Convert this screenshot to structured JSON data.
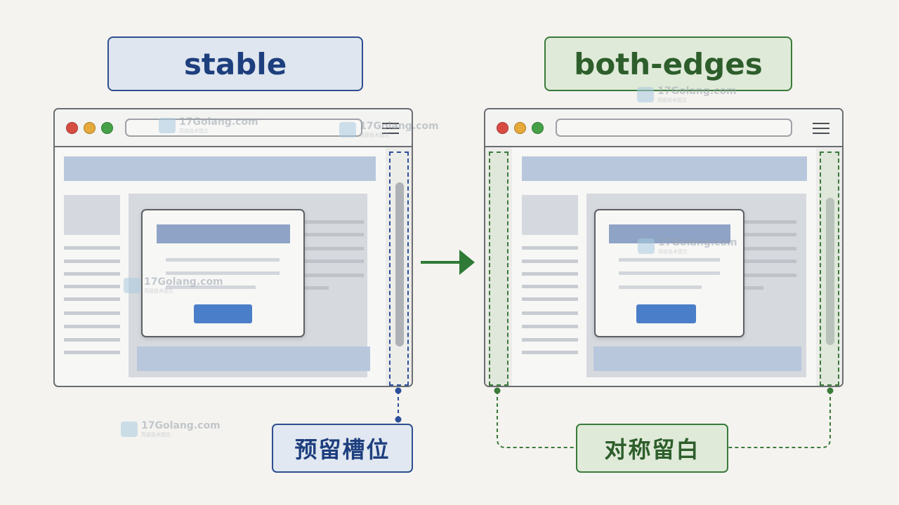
{
  "left_panel": {
    "title": "stable",
    "callout": "预留槽位",
    "accent": "#2e4f8f"
  },
  "right_panel": {
    "title": "both-edges",
    "callout": "对称留白",
    "accent": "#3a7a3a"
  },
  "arrow_color": "#2f7a36",
  "watermark": {
    "text": "17Golang.com",
    "sub": "高级技术图文"
  },
  "icons": [
    "window-close-dot",
    "window-minimize-dot",
    "window-maximize-dot",
    "hamburger-menu-icon",
    "right-arrow-icon"
  ]
}
